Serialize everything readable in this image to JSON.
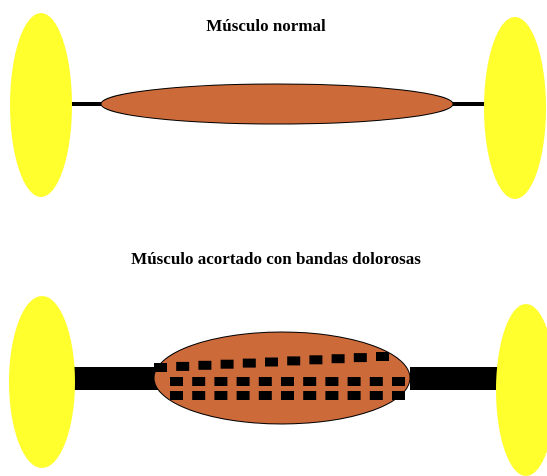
{
  "titles": {
    "normal": "Músculo normal",
    "shortened": "Músculo acortado con bandas dolorosas"
  },
  "colors": {
    "bone": "#ffff2e",
    "muscle": "#cd6a3a",
    "tendon": "#000000",
    "band": "#000000"
  },
  "bands": {
    "rows": 3,
    "per_row": 11
  }
}
